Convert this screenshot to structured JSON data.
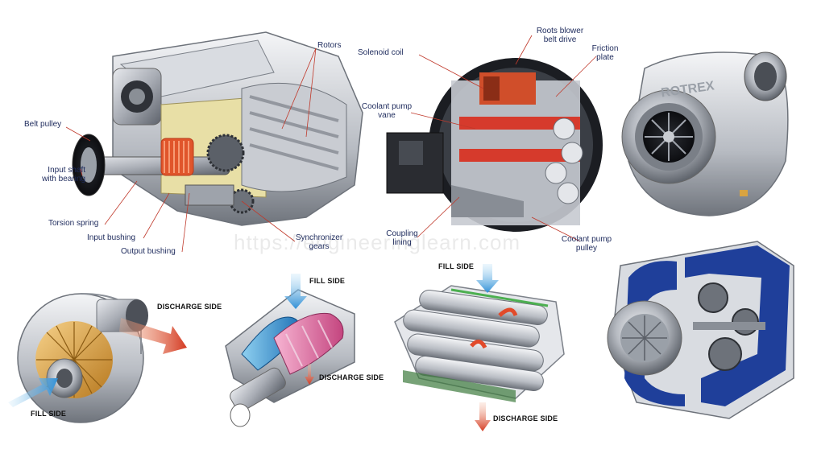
{
  "watermark": "https://engineeringlearn.com",
  "brand_logo": "ROTREX",
  "panel_top_left": {
    "labels": {
      "rotors": "Rotors",
      "belt_pulley": "Belt pulley",
      "input_shaft": "Input shaft\nwith bearing",
      "torsion_spring": "Torsion spring",
      "input_bushing": "Input bushing",
      "output_bushing": "Output bushing",
      "synchronizer_gears": "Synchronizer\ngears"
    }
  },
  "panel_top_middle": {
    "labels": {
      "roots_blower": "Roots blower\nbelt drive",
      "solenoid_coil": "Solenoid coil",
      "friction_plate": "Friction\nplate",
      "coolant_pump_vane": "Coolant pump\nvane",
      "coupling_lining": "Coupling\nlining",
      "coolant_pump_pulley": "Coolant pump\npulley"
    }
  },
  "panel_bottom": {
    "centrifugal": {
      "discharge": "DISCHARGE SIDE",
      "fill": "FILL SIDE"
    },
    "twin_screw": {
      "fill": "FILL SIDE",
      "discharge": "DISCHARGE SIDE"
    },
    "roots": {
      "fill": "FILL SIDE",
      "discharge": "DISCHARGE SIDE"
    }
  },
  "colors": {
    "label_text": "#1d2a5c",
    "leader_line": "#c0392b",
    "fill_arrow": "#3aa0e0",
    "discharge_arrow": "#d9482b",
    "housing_blue": "#1f3f9a",
    "spring_orange": "#e0552b"
  }
}
